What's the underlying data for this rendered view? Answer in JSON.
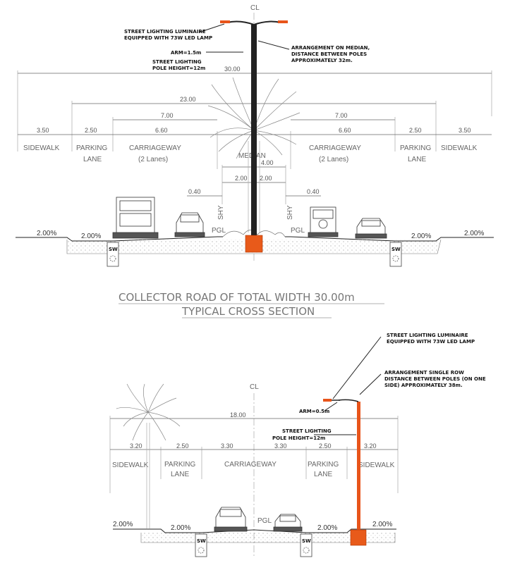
{
  "top_section": {
    "centerline_symbol": "CL",
    "notes": {
      "luminaire_line1": "STREET LIGHTING LUMINAIRE",
      "luminaire_line2": "EQUIPPED WITH 73W LED LAMP",
      "arm": "ARM=1.5m",
      "pole_line1": "STREET LIGHTING",
      "pole_line2": "POLE HEIGHT=12m",
      "arrangement_line1": "ARRANGEMENT ON MEDIAN,",
      "arrangement_line2": "DISTANCE BETWEEN POLES",
      "arrangement_line3": "APPROXIMATELY 32m."
    },
    "dims": {
      "total": "30.00",
      "inner": "23.00",
      "carriageway_left_total": "7.00",
      "carriageway_right_total": "7.00",
      "sidewalk_left": "3.50",
      "parking_left": "2.50",
      "carriageway_left": "6.60",
      "carriageway_right": "6.60",
      "parking_right": "2.50",
      "sidewalk_right": "3.50",
      "median": "4.00",
      "median_half_left": "2.00",
      "median_half_right": "2.00",
      "shy_left": "0.40",
      "shy_right": "0.40"
    },
    "labels": {
      "sidewalk_left": "SIDEWALK",
      "parking_left_1": "PARKING",
      "parking_left_2": "LANE",
      "carriageway_left_1": "CARRIAGEWAY",
      "carriageway_left_2": "(2 Lanes)",
      "median": "MEDIAN",
      "carriageway_right_1": "CARRIAGEWAY",
      "carriageway_right_2": "(2 Lanes)",
      "parking_right_1": "PARKING",
      "parking_right_2": "LANE",
      "sidewalk_right": "SIDEWALK",
      "shy_left": "SHY",
      "shy_right": "SHY",
      "pgl_left": "PGL",
      "pgl_right": "PGL",
      "sw_left": "SW",
      "sw_right": "SW"
    },
    "slopes": {
      "far_left": "2.00%",
      "left": "2.00%",
      "right": "2.00%",
      "far_right": "2.00%"
    },
    "title_line1": "COLLECTOR ROAD OF TOTAL WIDTH 30.00m",
    "title_line2": "TYPICAL CROSS SECTION"
  },
  "bottom_section": {
    "centerline_symbol": "CL",
    "notes": {
      "luminaire_line1": "STREET LIGHTING LUMINAIRE",
      "luminaire_line2": "EQUIPPED WITH 73W LED LAMP",
      "arrangement_line1": "ARRANGEMENT SINGLE ROW",
      "arrangement_line2": "DISTANCE BETWEEN POLES (ON ONE",
      "arrangement_line3": "SIDE) APPROXIMATELY 38m.",
      "arm": "ARM=0.5m",
      "pole_line1": "STREET LIGHTING",
      "pole_line2": "POLE HEIGHT=12m"
    },
    "dims": {
      "total": "18.00",
      "sidewalk_left": "3.20",
      "parking_left": "2.50",
      "carriageway_left": "3.30",
      "carriageway_right": "3.30",
      "parking_right": "2.50",
      "sidewalk_right": "3.20"
    },
    "labels": {
      "sidewalk_left": "SIDEWALK",
      "parking_left_1": "PARKING",
      "parking_left_2": "LANE",
      "carriageway": "CARRIAGEWAY",
      "parking_right_1": "PARKING",
      "parking_right_2": "LANE",
      "sidewalk_right": "SIDEWALK",
      "pgl": "PGL",
      "sw_left": "SW",
      "sw_right": "SW"
    },
    "slopes": {
      "far_left": "2.00%",
      "left": "2.00%",
      "right": "2.00%",
      "far_right": "2.00%"
    }
  },
  "colors": {
    "pole_orange": "#e8541a",
    "foundation": "#e85a1a",
    "dim_line": "#666666",
    "text": "#111111"
  }
}
